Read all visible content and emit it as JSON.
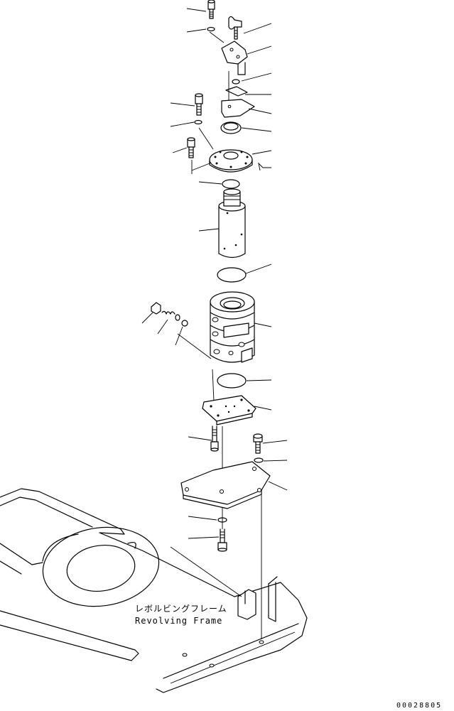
{
  "labels": {
    "frame_jp": "レボルビングフレーム",
    "frame_en": "Revolving Frame",
    "drawing_code": "00028805"
  }
}
